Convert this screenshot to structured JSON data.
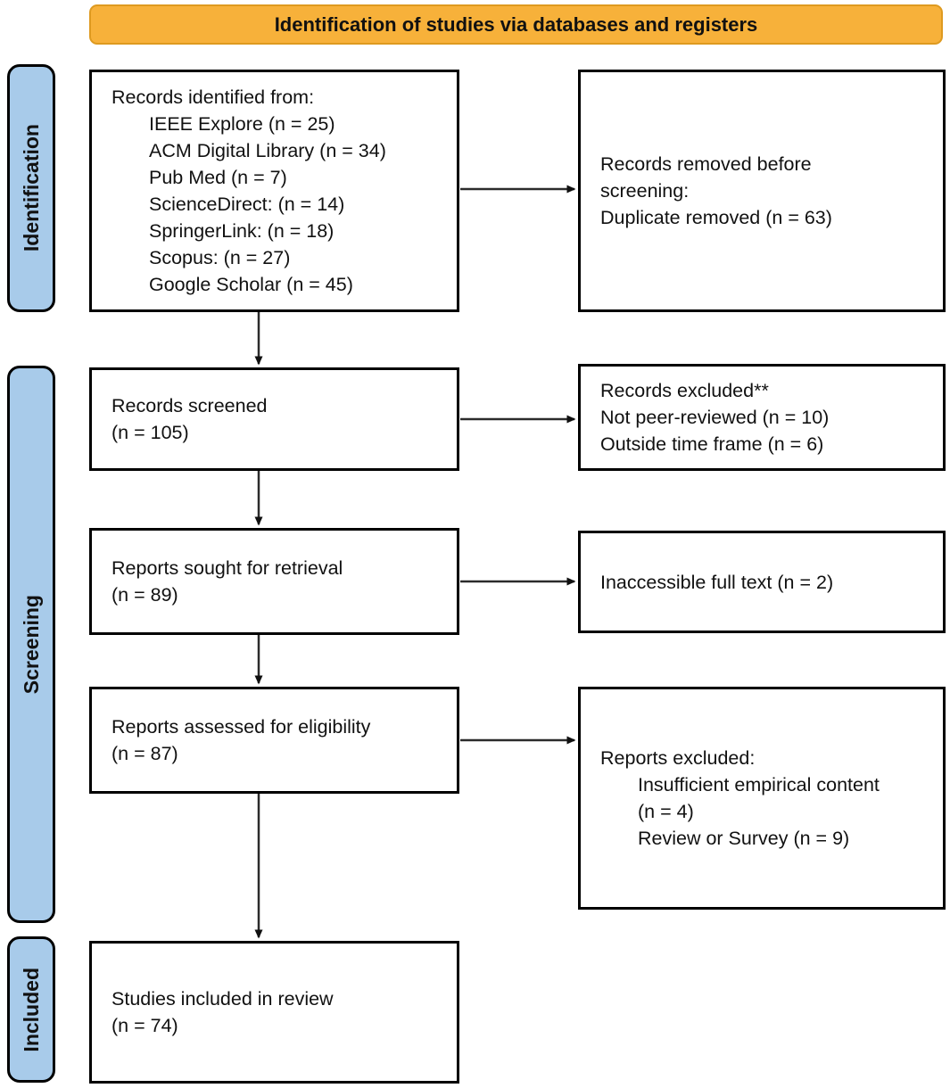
{
  "banner": {
    "title": "Identification of studies via databases and registers"
  },
  "colors": {
    "banner_fill": "#F7B13A",
    "banner_border": "#DE9A20",
    "stage_fill": "#A8CBEA",
    "box_border": "#000000",
    "arrow": "#2b2b2b"
  },
  "stages": [
    {
      "label": "Identification"
    },
    {
      "label": "Screening"
    },
    {
      "label": "Included"
    }
  ],
  "boxes": {
    "identified": {
      "lines": [
        "Records identified from:",
        "IEEE Explore (n = 25)",
        "ACM Digital Library (n = 34)",
        "Pub Med (n = 7)",
        "ScienceDirect: (n = 14)",
        "SpringerLink: (n = 18)",
        "Scopus: (n = 27)",
        "Google Scholar (n = 45)"
      ]
    },
    "removed": {
      "lines": [
        "Records removed before",
        "screening:",
        "Duplicate removed (n = 63)"
      ]
    },
    "screened": {
      "lines": [
        "Records screened",
        "(n = 105)"
      ]
    },
    "excluded_screening": {
      "lines": [
        "Records excluded**",
        "Not peer-reviewed (n = 10)",
        "Outside time frame (n = 6)"
      ]
    },
    "sought": {
      "lines": [
        "Reports sought for retrieval",
        "(n = 89)"
      ]
    },
    "inaccessible": {
      "lines": [
        "Inaccessible full text (n = 2)"
      ]
    },
    "assessed": {
      "lines": [
        "Reports assessed for eligibility",
        "(n = 87)"
      ]
    },
    "reports_excluded": {
      "lines": [
        "Reports excluded:",
        "Insufficient empirical content",
        "(n = 4)",
        "Review or Survey (n = 9)"
      ]
    },
    "included": {
      "lines": [
        "Studies included in review",
        "(n = 74)"
      ]
    }
  }
}
